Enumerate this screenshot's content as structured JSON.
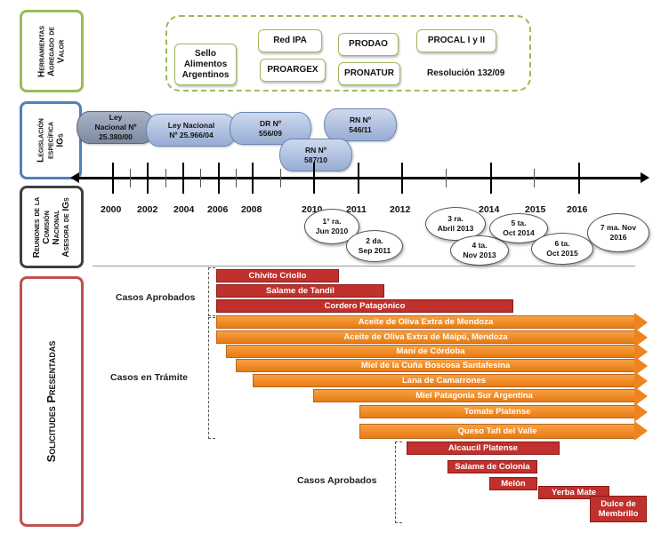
{
  "rows": {
    "herramientas": "Herramientas Agregado de Valor",
    "herramientas_line1": "Herramientas",
    "herramientas_line2": "Agregado de",
    "herramientas_line3": "Valor",
    "legislacion_line1": "Legislación",
    "legislacion_line2": "específica",
    "legislacion_line3": "IGs",
    "reuniones_line1": "Reuniones de la",
    "reuniones_line2": "Comisión",
    "reuniones_line3": "Nacional",
    "reuniones_line4": "Asesora de IGs",
    "solicitudes": "Solicitudes Presentadas"
  },
  "tools": {
    "sello_line1": "Sello",
    "sello_line2": "Alimentos",
    "sello_line3": "Argentinos",
    "red_ipa": "Red IPA",
    "prodao": "PRODAO",
    "procal": "PROCAL I y II",
    "proargex": "PROARGEX",
    "pronatur": "PRONATUR",
    "resolucion": "Resolución 132/09"
  },
  "legislation": [
    {
      "line1": "Ley",
      "line2": "Nacional Nº",
      "line3": "25.380/00"
    },
    {
      "line1": "Ley Nacional",
      "line2": "Nº 25.966/04",
      "line3": ""
    },
    {
      "line1": "DR Nº",
      "line2": "556/09",
      "line3": ""
    },
    {
      "line1": "RN Nº",
      "line2": "546/11",
      "line3": ""
    },
    {
      "line1": "RN Nº",
      "line2": "587/10",
      "line3": ""
    }
  ],
  "years": [
    "2000",
    "2002",
    "2004",
    "2006",
    "2008",
    "2010",
    "2011",
    "2012",
    "2014",
    "2015",
    "2016"
  ],
  "meetings": [
    {
      "line1": "1° ra.",
      "line2": "Jun 2010"
    },
    {
      "line1": "2 da.",
      "line2": "Sep 2011"
    },
    {
      "line1": "3 ra.",
      "line2": "Abril 2013"
    },
    {
      "line1": "4 ta.",
      "line2": "Nov 2013"
    },
    {
      "line1": "5 ta.",
      "line2": "Oct 2014"
    },
    {
      "line1": "6 ta.",
      "line2": "Oct 2015"
    },
    {
      "line1": "7 ma. Nov",
      "line2": "2016"
    }
  ],
  "groups": {
    "aprobados_1": "Casos Aprobados",
    "tramite": "Casos en Trámite",
    "aprobados_2": "Casos Aprobados"
  },
  "bars": {
    "aprobados_1": [
      "Chivito Criollo",
      "Salame de Tandil",
      "Cordero Patagónico"
    ],
    "tramite": [
      "Aceite de Oliva Extra de Mendoza",
      "Aceite de Oliva Extra de Maipú, Mendoza",
      "Maní de Córdoba",
      "Miel de la Cuña Boscosa Santafesina",
      "Lana de Camarrones",
      "Miel Patagonia Sur Argentina",
      "Tomate Platense",
      "Queso Tafi del Valle"
    ],
    "aprobados_2": [
      "Alcaucil Platense",
      "Salame  de Colonia",
      "Melón",
      "Yerba Mate"
    ],
    "membrillo_line1": "Dulce de",
    "membrillo_line2": "Membrillo"
  },
  "colors": {
    "tools_border": "#9bbb59",
    "legislation_border": "#4f81bd",
    "meetings_border": "#404040",
    "requests_border": "#c0504d",
    "approved_bar": "#c0302c",
    "pending_bar": "#ee8420"
  }
}
